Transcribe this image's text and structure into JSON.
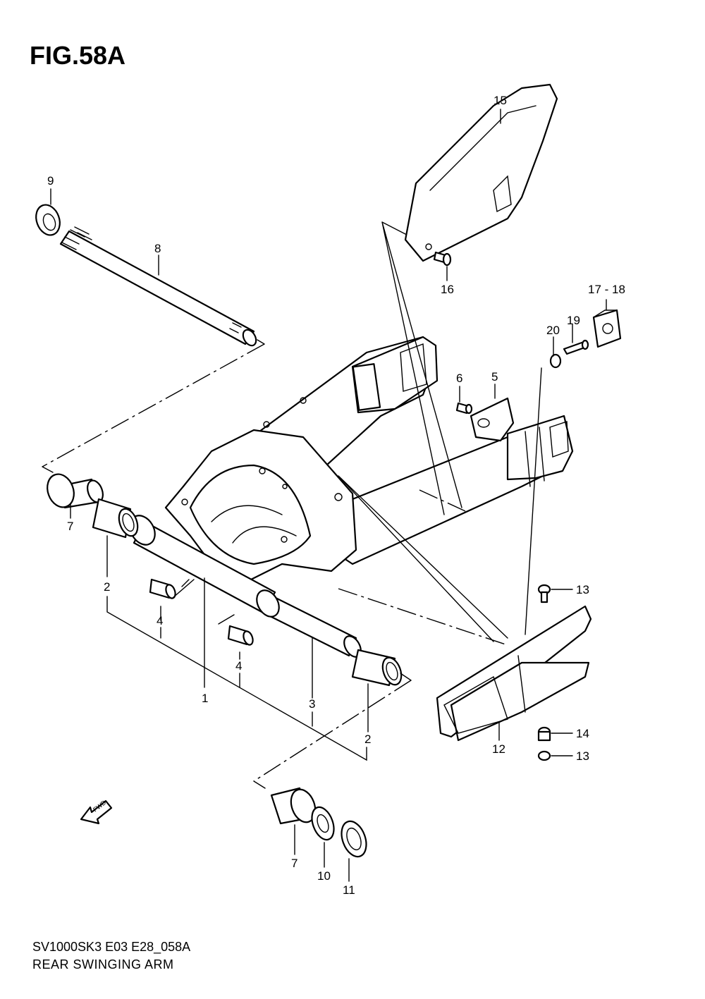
{
  "figure": {
    "title": "FIG.58A",
    "model_code": "SV1000SK3 E03 E28_058A",
    "name": "REAR SWINGING ARM",
    "fwd_label": "FWD"
  },
  "callouts": [
    {
      "key": "c1",
      "text": "1"
    },
    {
      "key": "c2a",
      "text": "2"
    },
    {
      "key": "c2b",
      "text": "2"
    },
    {
      "key": "c3",
      "text": "3"
    },
    {
      "key": "c4a",
      "text": "4"
    },
    {
      "key": "c4b",
      "text": "4"
    },
    {
      "key": "c5",
      "text": "5"
    },
    {
      "key": "c6",
      "text": "6"
    },
    {
      "key": "c7a",
      "text": "7"
    },
    {
      "key": "c7b",
      "text": "7"
    },
    {
      "key": "c8",
      "text": "8"
    },
    {
      "key": "c9",
      "text": "9"
    },
    {
      "key": "c10",
      "text": "10"
    },
    {
      "key": "c11",
      "text": "11"
    },
    {
      "key": "c12",
      "text": "12"
    },
    {
      "key": "c13a",
      "text": "13"
    },
    {
      "key": "c13b",
      "text": "13"
    },
    {
      "key": "c14",
      "text": "14"
    },
    {
      "key": "c15",
      "text": "15"
    },
    {
      "key": "c16",
      "text": "16"
    },
    {
      "key": "c1718",
      "text": "17 - 18"
    },
    {
      "key": "c19",
      "text": "19"
    },
    {
      "key": "c20",
      "text": "20"
    }
  ]
}
